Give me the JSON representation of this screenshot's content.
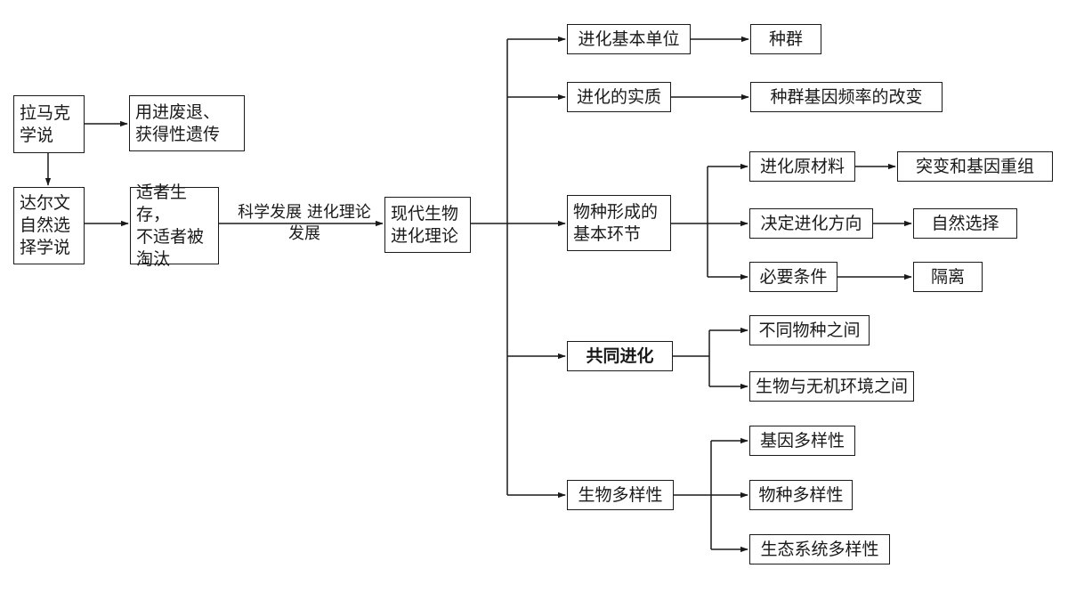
{
  "diagram": {
    "nodes": {
      "lamarck": "拉马克\n学说",
      "use_disuse": "用进废退、\n获得性遗传",
      "darwin": "达尔文\n自然选\n择学说",
      "survival": "适者生存，\n不适者被\n淘汰",
      "modern": "现代生物\n进化理论",
      "unit": "进化基本单位",
      "population": "种群",
      "essence": "进化的实质",
      "gene_freq": "种群基因频率的改变",
      "speciation": "物种形成的\n基本环节",
      "raw_material": "进化原材料",
      "mutation": "突变和基因重组",
      "direction": "决定进化方向",
      "natural_selection": "自然选择",
      "condition": "必要条件",
      "isolation": "隔离",
      "coevolution": "共同进化",
      "between_species": "不同物种之间",
      "with_environment": "生物与无机环境之间",
      "biodiversity": "生物多样性",
      "gene_div": "基因多样性",
      "species_div": "物种多样性",
      "eco_div": "生态系统多样性"
    },
    "edge_label": "科学发展\n进化理论发展"
  }
}
